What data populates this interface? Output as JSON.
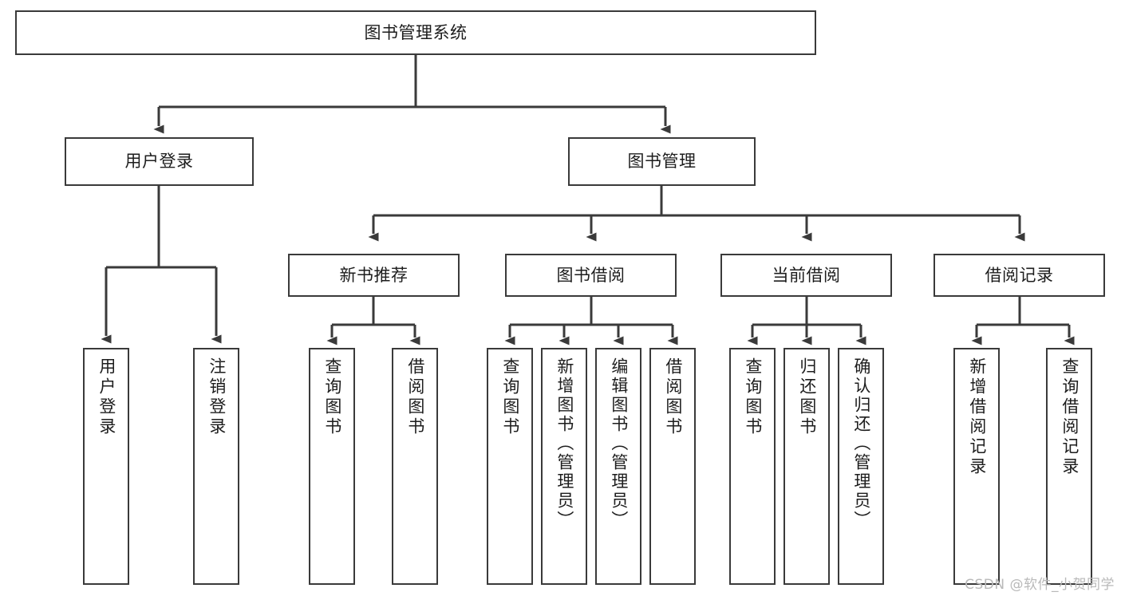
{
  "diagram": {
    "title_node": {
      "label": "图书管理系统"
    },
    "level2": [
      {
        "label": "用户登录"
      },
      {
        "label": "图书管理"
      }
    ],
    "level3": [
      {
        "label": "新书推荐"
      },
      {
        "label": "图书借阅"
      },
      {
        "label": "当前借阅"
      },
      {
        "label": "借阅记录"
      }
    ],
    "leaves": {
      "user_login": [
        {
          "label": "用户登录"
        },
        {
          "label": "注销登录"
        }
      ],
      "new_book_recommend": [
        {
          "label": "查询图书"
        },
        {
          "label": "借阅图书"
        }
      ],
      "book_borrow": [
        {
          "label": "查询图书"
        },
        {
          "label": "新增图书（管理员）"
        },
        {
          "label": "编辑图书（管理员）"
        },
        {
          "label": "借阅图书"
        }
      ],
      "current_borrow": [
        {
          "label": "查询图书"
        },
        {
          "label": "归还图书"
        },
        {
          "label": "确认归还（管理员）"
        }
      ],
      "borrow_record": [
        {
          "label": "新增借阅记录"
        },
        {
          "label": "查询借阅记录"
        }
      ]
    }
  },
  "watermark": {
    "text": "CSDN @软件_小贺同学"
  },
  "colors": {
    "stroke": "#3a3a3a",
    "fill": "#ffffff",
    "text": "#1d1d1d",
    "watermark": "#b9b9b9"
  }
}
